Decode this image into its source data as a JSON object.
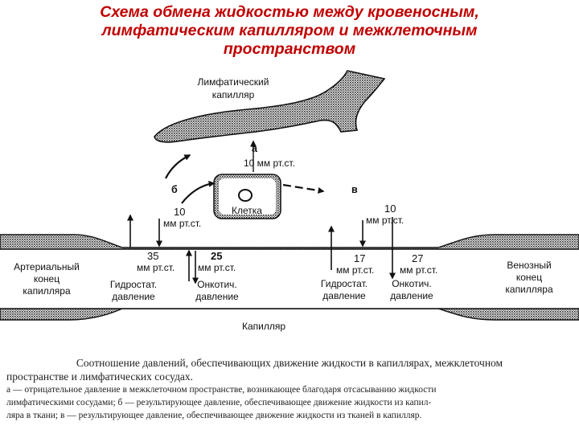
{
  "title": {
    "line1": "Схема обмена жидкостью между кровеносным,",
    "line2": "лимфатическим капилляром и межклеточным",
    "line3": "пространством"
  },
  "diagram": {
    "lymph_capillary_label": [
      "Лимфатический",
      "капилляр"
    ],
    "capillary_label": "Капилляр",
    "cell_label": "Клетка",
    "letters": {
      "a": "а",
      "b": "б",
      "v": "в"
    },
    "a_pressure": "10 мм рт.ст.",
    "left_interstitial": {
      "value": "10",
      "unit": "мм рт.ст."
    },
    "right_interstitial": {
      "value": "10",
      "unit": "мм рт.ст."
    },
    "arterial_hydrostatic": {
      "value": "35",
      "unit": "мм рт.ст."
    },
    "arterial_oncotic": {
      "value": "25",
      "unit": "мм рт.ст."
    },
    "venous_hydrostatic": {
      "value": "17",
      "unit": "мм рт.ст."
    },
    "venous_oncotic": {
      "value": "27",
      "unit": "мм рт.ст."
    },
    "arterial_end": [
      "Артериальный",
      "конец",
      "капилляра"
    ],
    "venous_end": [
      "Венозный",
      "конец",
      "капилляра"
    ],
    "hydrostatic_label": [
      "Гидростат.",
      "давление"
    ],
    "oncotic_label": [
      "Онкотич.",
      "давление"
    ]
  },
  "caption": {
    "line1": "Соотношение давлений, обеспечивающих движение жидкости в капиллярах, межклеточном",
    "line2": "пространстве и лимфатических сосудах.",
    "line3": "а — отрицательное давление в межклеточном пространстве, возникающее благодаря отсасыванию жидкости",
    "line4": "лимфатическими сосудами; б — результирующее давление, обеспечивающее движение жидкости из капил-",
    "line5": "ляра в ткани; в — результирующее давление, обеспечивающее движение жидкости из тканей в капилляр."
  }
}
